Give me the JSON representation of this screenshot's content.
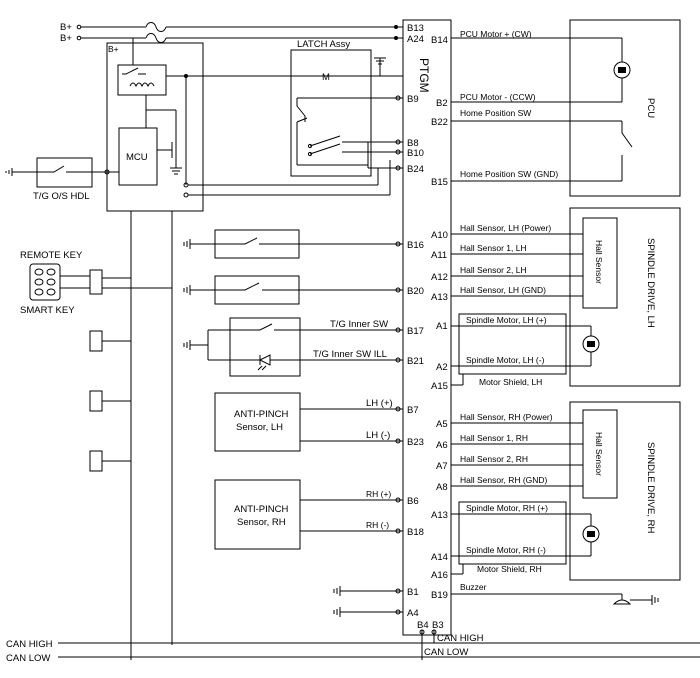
{
  "supply": {
    "b_plus_1": "B+",
    "b_plus_2": "B+",
    "b_plus_box": "B+"
  },
  "ptgm_label": "PTGM",
  "latch": {
    "title": "LATCH Assy",
    "motor": "M"
  },
  "mcu_label": "MCU",
  "tg_os_hdl": "T/G  O/S HDL",
  "remote_key": "REMOTE KEY",
  "smart_key": "SMART KEY",
  "tg_inner_sw": "T/G Inner SW",
  "tg_inner_sw_ill": "T/G Inner SW ILL",
  "anti_pinch_lh": {
    "line1": "ANTI-PINCH",
    "line2": "Sensor, LH",
    "pos": "LH (+)",
    "neg": "LH (-)"
  },
  "anti_pinch_rh": {
    "line1": "ANTI-PINCH",
    "line2": "Sensor, RH",
    "pos": "RH (+)",
    "neg": "RH (-)"
  },
  "pins_left": {
    "b13": "B13",
    "a24": "A24",
    "b9": "B9",
    "b8": "B8",
    "b10": "B10",
    "b24": "B24",
    "b16": "B16",
    "b20": "B20",
    "b17": "B17",
    "b21": "B21",
    "b7": "B7",
    "b23": "B23",
    "b6": "B6",
    "b18": "B18",
    "b1": "B1",
    "a4": "A4",
    "b4": "B4",
    "b3": "B3"
  },
  "pins_right": {
    "b14": "B14",
    "b2": "B2",
    "b22": "B22",
    "b15": "B15",
    "a10": "A10",
    "a11": "A11",
    "a12": "A12",
    "a13": "A13",
    "a1": "A1",
    "a2": "A2",
    "a15": "A15",
    "a5": "A5",
    "a6": "A6",
    "a7": "A7",
    "a8": "A8",
    "a13b": "A13",
    "a14": "A14",
    "a16": "A16",
    "b19": "B19"
  },
  "signals": {
    "pcu_motor_cw": "PCU Motor + (CW)",
    "pcu_motor_ccw": "PCU Motor - (CCW)",
    "home_sw": "Home Position SW",
    "home_sw_gnd": "Home Position SW (GND)",
    "hall_lh_power": "Hall Sensor, LH (Power)",
    "hall1_lh": "Hall Sensor 1, LH",
    "hall2_lh": "Hall Sensor 2, LH",
    "hall_lh_gnd": "Hall Sensor, LH (GND)",
    "spindle_lh_pos": "Spindle Motor, LH (+)",
    "spindle_lh_neg": "Spindle Motor, LH (-)",
    "shield_lh": "Motor Shield, LH",
    "hall_rh_power": "Hall Sensor, RH (Power)",
    "hall1_rh": "Hall Sensor 1, RH",
    "hall2_rh": "Hall Sensor 2, RH",
    "hall_rh_gnd": "Hall Sensor, RH (GND)",
    "spindle_rh_pos": "Spindle Motor, RH (+)",
    "spindle_rh_neg": "Spindle Motor, RH (-)",
    "shield_rh": "Motor Shield, RH",
    "buzzer": "Buzzer"
  },
  "pcu_label": "PCU",
  "hall_sensor_label_lh": "Hall Sensor",
  "hall_sensor_label_rh": "Hall Sensor",
  "spindle_drive_lh": "SPINDLE DRIVE, LH",
  "spindle_drive_rh": "SPINDLE DRIVE, RH",
  "can": {
    "high_left": "CAN HIGH",
    "low_left": "CAN LOW",
    "high_right": "CAN HIGH",
    "low_right": "CAN LOW"
  }
}
